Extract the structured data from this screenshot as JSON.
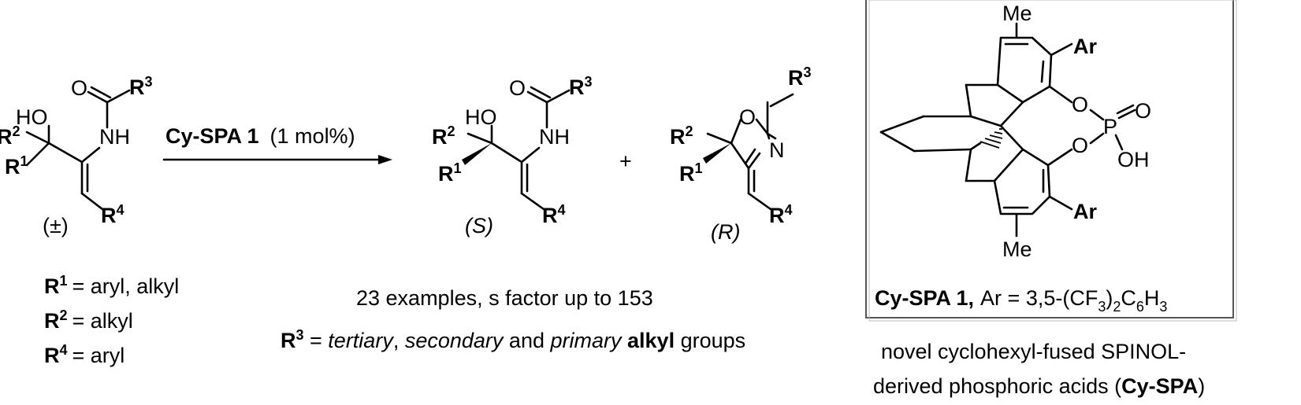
{
  "colors": {
    "r1": "#e8101a",
    "r2": "#1a2fd6",
    "r3": "#e01ee6",
    "r4": "#8a1a4e",
    "ar": "#8a1a4e",
    "text": "#000000",
    "box_border": "#555555"
  },
  "atoms": {
    "ho": "HO",
    "o": "O",
    "nh": "NH",
    "n": "N",
    "p": "P",
    "oh": "OH",
    "me": "Me",
    "r": "R",
    "ar": "Ar",
    "plus": "+"
  },
  "superscripts": {
    "one": "1",
    "two": "2",
    "three": "3",
    "four": "4"
  },
  "reaction": {
    "catalyst_name": "Cy-SPA 1",
    "catalyst_loading": "(1 mol%)",
    "racemic_label": "(±)",
    "product_s_label": "(S)",
    "product_r_label": "(R)"
  },
  "substituents": {
    "r1_def": "= aryl, alkyl",
    "r2_def": "= alkyl",
    "r4_def": "= aryl"
  },
  "summary": {
    "line1": "23 examples, s factor up to 153",
    "r3_tertiary": "tertiary",
    "r3_comma": ", ",
    "r3_secondary": "secondary",
    "r3_and": " and ",
    "r3_primary": "primary",
    "r3_alkyl": "alkyl",
    "r3_groups": " groups",
    "r3_eq": " = "
  },
  "catalyst_box": {
    "name": "Cy-SPA 1,",
    "ar_eq": "Ar = 3,5-(CF",
    "sub3": "3",
    "sub2": "2",
    "c6h": "C",
    "sub6": "6",
    "h": "H",
    "sub3b": "3",
    "close": ")"
  },
  "caption": {
    "line1": "novel cyclohexyl-fused SPINOL-",
    "line2_pre": "derived phosphoric acids (",
    "line2_bold": "Cy-SPA",
    "line2_post": ")"
  }
}
